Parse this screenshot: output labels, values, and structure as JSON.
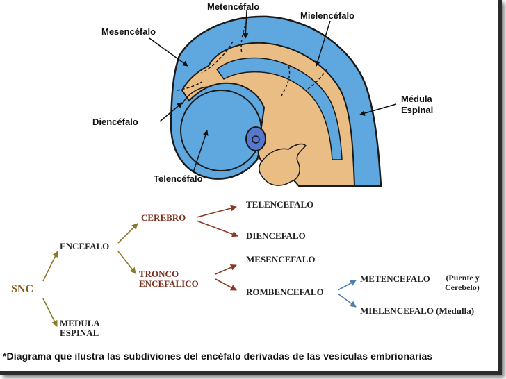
{
  "diagram_labels": {
    "metencefalo": "Metencéfalo",
    "mielencefalo": "Mielencéfalo",
    "mesencefalo": "Mesencéfalo",
    "medula_espinal": "Médula\nEspinal",
    "diencefalo": "Diencéfalo",
    "telencefalo": "Telencéfalo"
  },
  "tree": {
    "snc": "SNC",
    "encefalo": "ENCEFALO",
    "medula_espinal": "MEDULA\nESPINAL",
    "cerebro": "CEREBRO",
    "tronco": "TRONCO\nENCEFALICO",
    "telencefalo": "TELENCEFALO",
    "diencefalo": "DIENCEFALO",
    "mesencefalo": "MESENCEFALO",
    "rombencefalo": "ROMBENCEFALO",
    "metencefalo": "METENCEFALO",
    "metencefalo_note": "(Puente y\nCerebelo)",
    "mielencefalo": "MIELENCEFALO (Medulla)"
  },
  "caption": "*Diagrama que ilustra las subdiviones del encéfalo derivadas de las vesículas embrionarias",
  "colors": {
    "brain_blue": "#5fa8df",
    "tissue_tan": "#e9bd84",
    "cerebro_text": "#7a2e1e",
    "snc_text": "#8a5a1a",
    "arrow_brown": "#8a3a24",
    "arrow_olive": "#8a7a2a",
    "arrow_blue": "#4f7fb0"
  }
}
